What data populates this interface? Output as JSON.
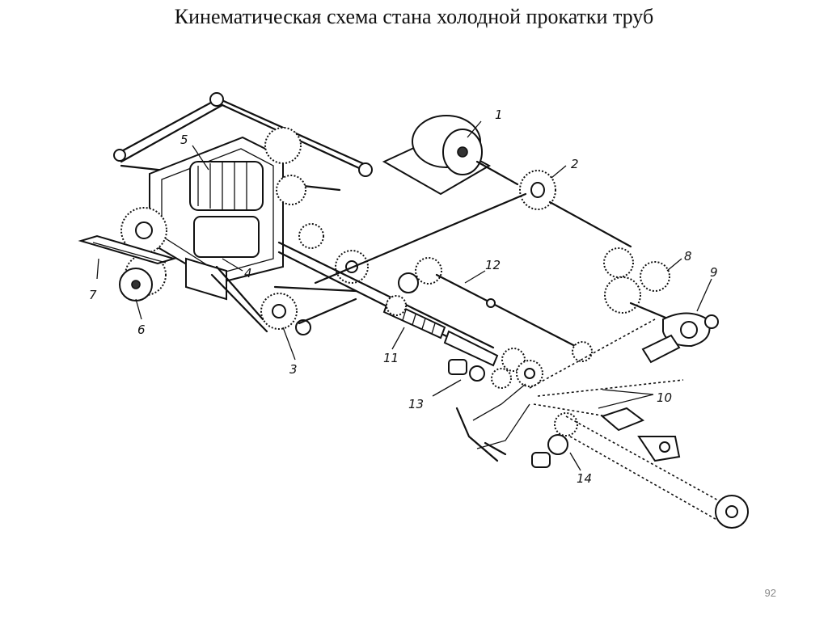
{
  "title": "Кинематическая схема стана холодной прокатки труб",
  "page_number": "92",
  "part_labels": [
    "1",
    "2",
    "3",
    "4",
    "5",
    "6",
    "7",
    "8",
    "9",
    "10",
    "11",
    "12",
    "13",
    "14"
  ]
}
